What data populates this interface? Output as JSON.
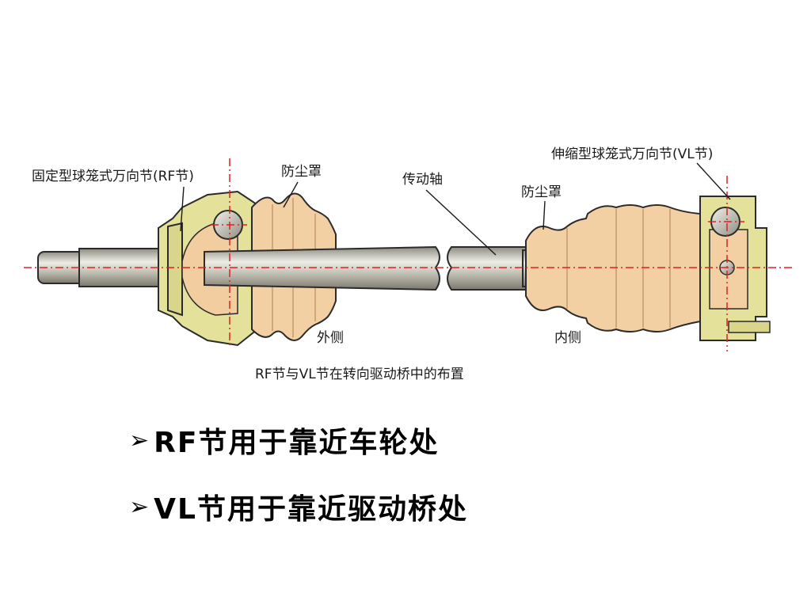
{
  "diagram": {
    "labels": {
      "rf_joint": "固定型球笼式万向节(RF节)",
      "outer_boot": "防尘罩",
      "drive_shaft": "传动轴",
      "inner_boot": "防尘罩",
      "vl_joint": "伸缩型球笼式万向节(VL节)",
      "outer_side": "外侧",
      "inner_side": "内侧"
    },
    "caption": "RF节与VL节在转向驱动桥中的布置",
    "colors": {
      "joint_housing": "#e4e19a",
      "boot": "#f3cfa4",
      "shaft": "#c9c6b8",
      "centerline": "#e0201e",
      "outline": "#2b2b2b"
    }
  },
  "bullets": [
    {
      "marker": "➢",
      "text": "RF节用于靠近车轮处"
    },
    {
      "marker": "➢",
      "text": "VL节用于靠近驱动桥处"
    }
  ]
}
